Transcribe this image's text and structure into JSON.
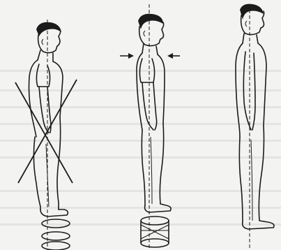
{
  "figures": [
    {
      "name": "incorrect-posture",
      "marked_incorrect": true
    },
    {
      "name": "neutral-posture",
      "shows_compression_arrows": true
    },
    {
      "name": "correct-posture",
      "marked_incorrect": false
    }
  ],
  "colors": {
    "ink": "#1b1b1b",
    "paper": "#f3f3f1"
  }
}
